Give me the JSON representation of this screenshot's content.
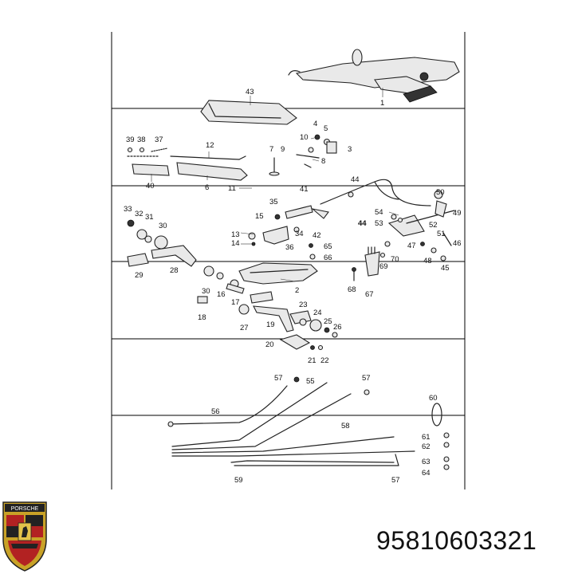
{
  "part_number": "95810603321",
  "logo": {
    "text": "PORSCHE",
    "icon": "porsche-crest-icon"
  },
  "callouts": [
    "1",
    "2",
    "3",
    "4",
    "5",
    "6",
    "7",
    "8",
    "9",
    "10",
    "11",
    "12",
    "13",
    "14",
    "15",
    "16",
    "17",
    "18",
    "19",
    "20",
    "21",
    "22",
    "23",
    "24",
    "25",
    "26",
    "27",
    "28",
    "29",
    "30",
    "31",
    "32",
    "33",
    "34",
    "35",
    "36",
    "37",
    "38",
    "39",
    "40",
    "41",
    "42",
    "43",
    "44",
    "45",
    "46",
    "47",
    "48",
    "49",
    "50",
    "51",
    "52",
    "53",
    "54",
    "55",
    "56",
    "57",
    "58",
    "59",
    "60",
    "61",
    "62",
    "63",
    "64",
    "65",
    "66",
    "67",
    "68",
    "69",
    "70"
  ],
  "extra_labels": {
    "l30b": "30",
    "l44b": "44",
    "l57b": "57",
    "l57c": "57"
  }
}
